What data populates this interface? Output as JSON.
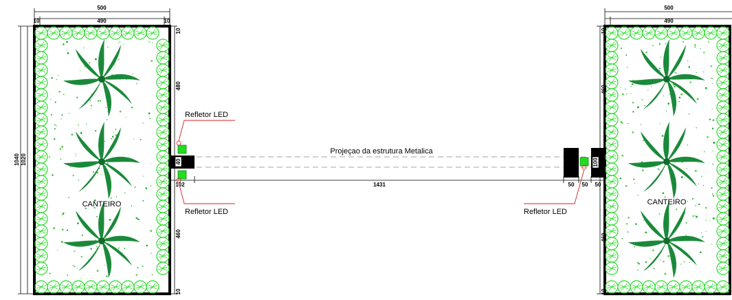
{
  "planters": {
    "left": {
      "label": "CANTEIRO",
      "width_total": "500",
      "width_inner": "490",
      "edge_top": "10",
      "edge_right": "10",
      "height_total": "1040",
      "height_inner": "1020",
      "seg_top": "480",
      "seg_bottom": "460",
      "edge_bottom": "10"
    },
    "right": {
      "label": "CANTEIRO",
      "width_total": "500",
      "width_inner": "490",
      "edge_top": "10",
      "seg_top": "460",
      "seg_bottom": "460",
      "edge_bottom": "10"
    }
  },
  "structure": {
    "projection_label": "Projeçao da estrutura Metalica",
    "span": "1431",
    "left_block": "40",
    "left_offset": "102",
    "right_block": "100",
    "right_seg_1": "50",
    "right_seg_2": "50",
    "right_seg_3": "50"
  },
  "lights": {
    "top_left": "Refletor LED",
    "bottom_left": "Refletor LED",
    "bottom_right": "Refletor LED"
  },
  "colors": {
    "foliage_light": "#22dd22",
    "foliage_dark": "#1a8a3a",
    "leader": "#d42020",
    "ink": "#000000",
    "dash": "#888888"
  }
}
